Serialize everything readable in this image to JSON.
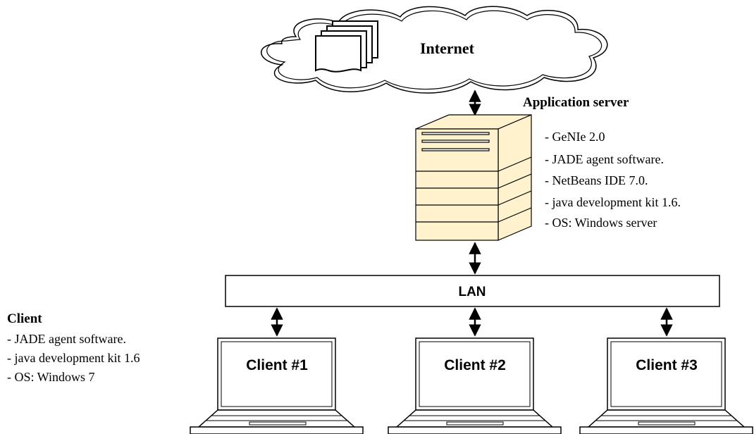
{
  "internet": {
    "label": "Internet"
  },
  "server": {
    "title": "Application server",
    "items": [
      "- GeNIe 2.0",
      "- JADE agent software.",
      "- NetBeans IDE 7.0.",
      "- java development kit 1.6.",
      "- OS: Windows server"
    ]
  },
  "lan": {
    "label": "LAN"
  },
  "client_info": {
    "title": "Client",
    "items": [
      "- JADE agent software.",
      "- java development kit 1.6",
      "- OS: Windows 7"
    ]
  },
  "clients": [
    {
      "label": "Client #1"
    },
    {
      "label": "Client #2"
    },
    {
      "label": "Client #3"
    }
  ],
  "colors": {
    "server_fill": "#fff2cc",
    "stroke": "#000000",
    "background": "#ffffff"
  }
}
